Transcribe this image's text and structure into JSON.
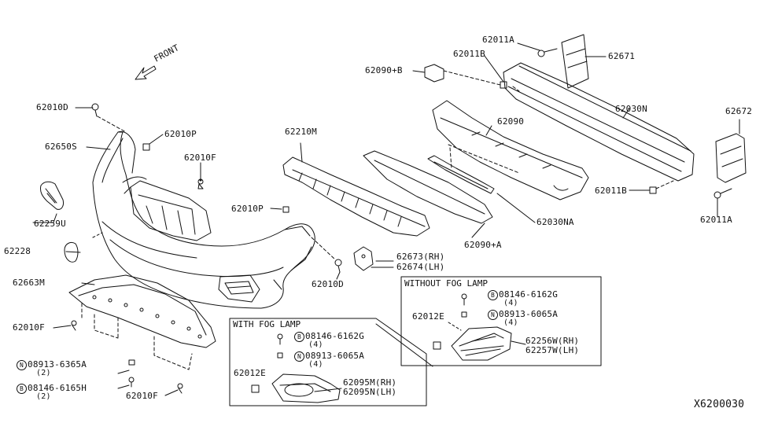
{
  "labels": {
    "front": "FRONT",
    "p62010D_a": "62010D",
    "p62650S": "62650S",
    "p62010P_a": "62010P",
    "p62010F_a": "62010F",
    "p62259U": "62259U",
    "p62228": "62228",
    "p62663M": "62663M",
    "p62010F_b": "62010F",
    "p08913_6365A": "08913-6365A",
    "p08913_6365A_qty": "(2)",
    "p08146_6165H": "08146-6165H",
    "p08146_6165H_qty": "(2)",
    "p62010F_c": "62010F",
    "p62210M": "62210M",
    "p62010P_b": "62010P",
    "p62010D_b": "62010D",
    "p62673": "62673(RH)",
    "p62674": "62674(LH)",
    "p62011A_a": "62011A",
    "p62011B_a": "62011B",
    "p62090B": "62090+B",
    "p62671": "62671",
    "p62090": "62090",
    "p62030N": "62030N",
    "p62672": "62672",
    "p62011B_b": "62011B",
    "p62011A_b": "62011A",
    "p62030NA": "62030NA",
    "p62090A": "62090+A",
    "diagram_code": "X6200030"
  },
  "with_fog_box": {
    "title": "WITH FOG LAMP",
    "bolt": "08146-6162G",
    "bolt_qty": "(4)",
    "nut": "08913-6065A",
    "nut_qty": "(4)",
    "clip": "62012E",
    "lamp_rh": "62095M(RH)",
    "lamp_lh": "62095N(LH)"
  },
  "without_fog_box": {
    "title": "WITHOUT FOG LAMP",
    "bolt": "08146-6162G",
    "bolt_qty": "(4)",
    "nut": "08913-6065A",
    "nut_qty": "(4)",
    "clip": "62012E",
    "cover_rh": "62256W(RH)",
    "cover_lh": "62257W(LH)"
  },
  "symbols": {
    "bolt_symbol": "B",
    "nut_symbol": "N"
  }
}
